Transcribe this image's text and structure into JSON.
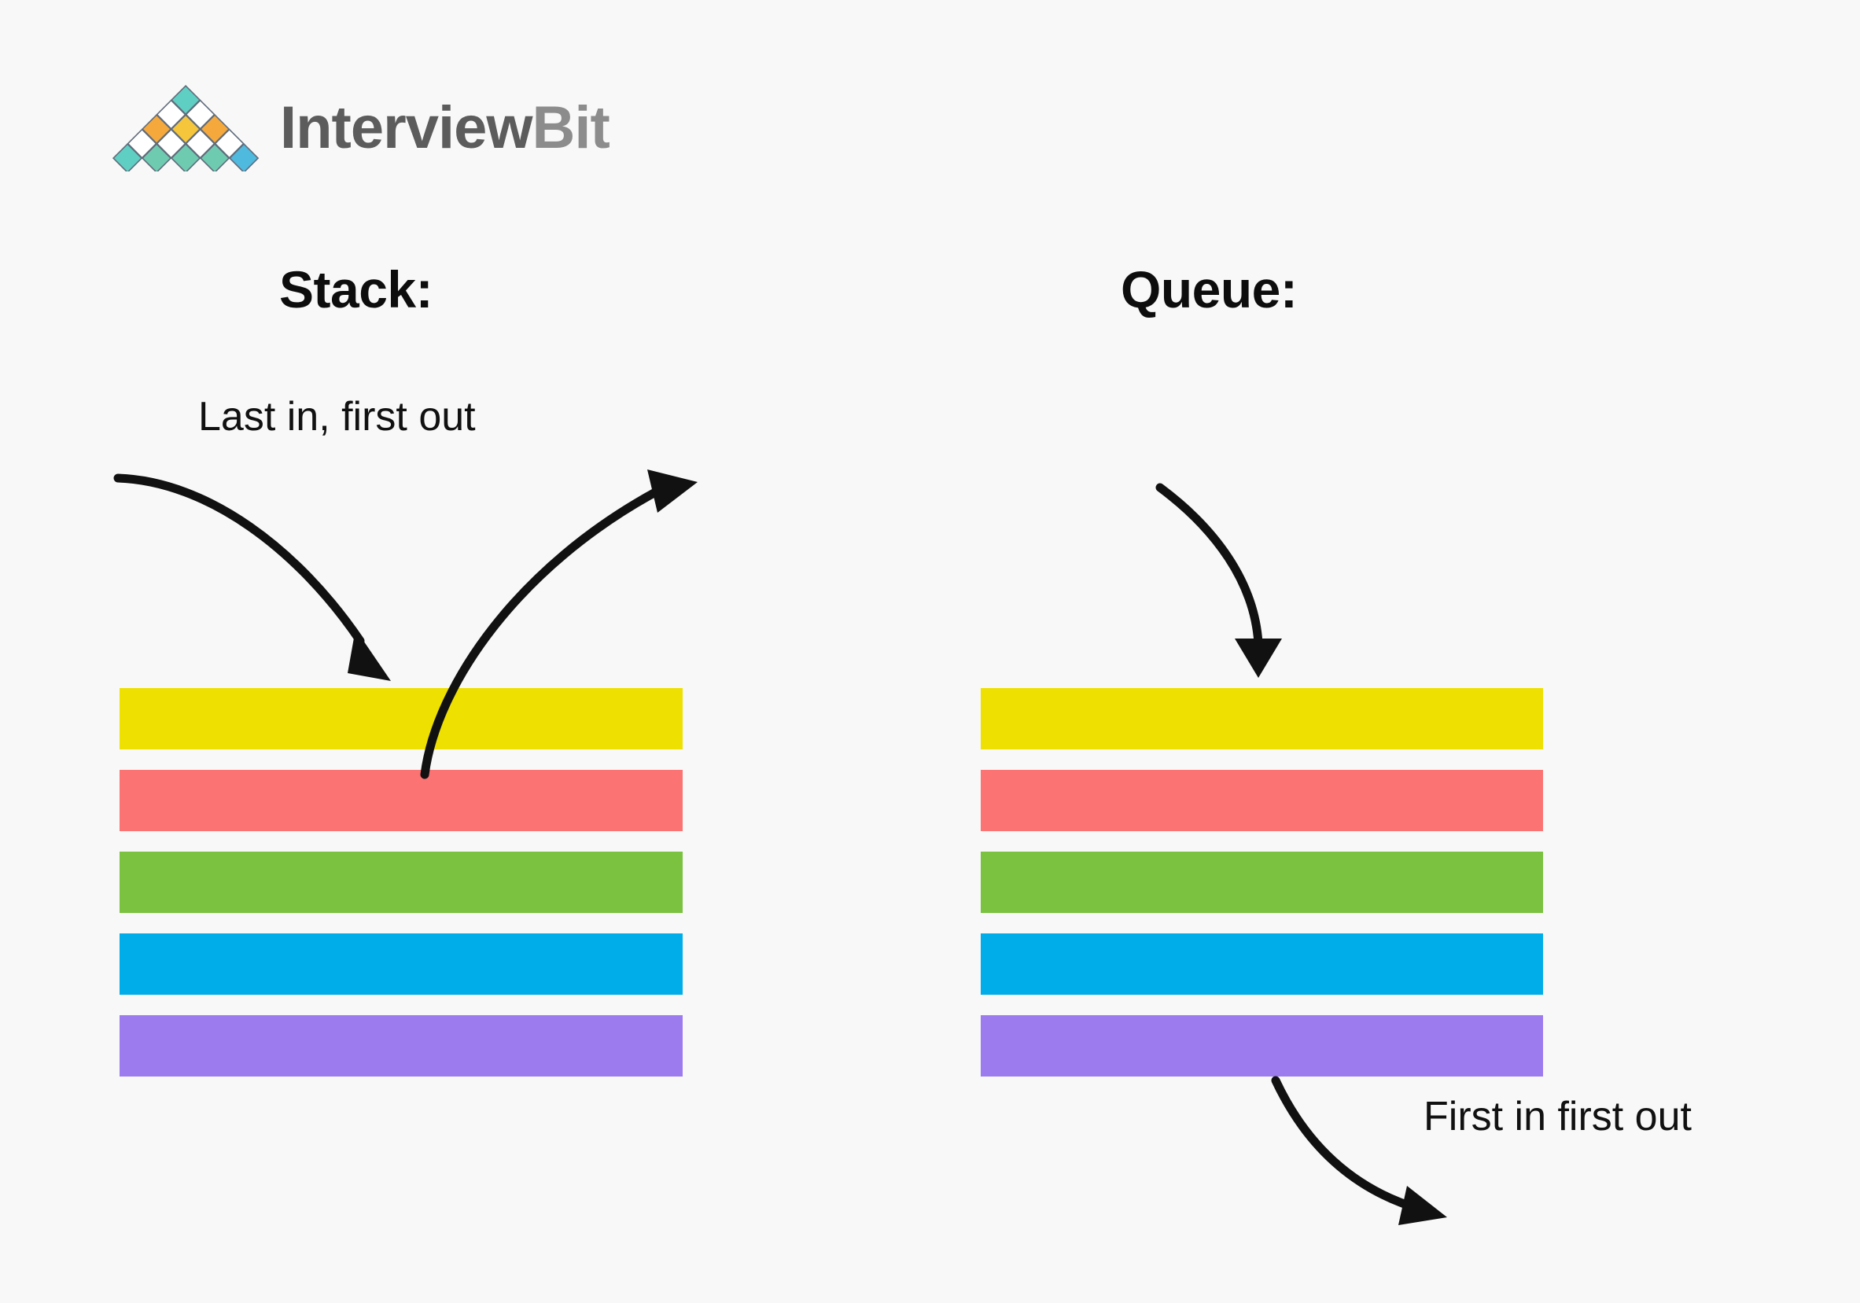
{
  "page": {
    "background_color": "#F8F8F8",
    "title": "Stack vs Queue diagram"
  },
  "logo": {
    "name": "interviewbit-logo",
    "text_dark": "Interview",
    "text_light": "Bit",
    "text_dark_color": "#5C5C5C",
    "text_light_color": "#8C8C8C",
    "mark_colors": {
      "teal": "#5FCFC4",
      "orange": "#F5A93C",
      "blue": "#4FB9DE",
      "green": "#6FCBB0",
      "outline": "#5F6B7A"
    }
  },
  "stack": {
    "title": "Stack:",
    "caption": "Last in, first out",
    "items": [
      {
        "label": "item-1-yellow",
        "color": "#EEE000"
      },
      {
        "label": "item-2-red",
        "color": "#FB7373"
      },
      {
        "label": "item-3-green",
        "color": "#7AC23F"
      },
      {
        "label": "item-4-blue",
        "color": "#00ADE8"
      },
      {
        "label": "item-5-purple",
        "color": "#9B7BEE"
      }
    ],
    "arrows": {
      "push": "push-arrow-in",
      "pop": "pop-arrow-out"
    }
  },
  "queue": {
    "title": "Queue:",
    "caption": "First in first out",
    "items": [
      {
        "label": "item-1-yellow",
        "color": "#EEE000"
      },
      {
        "label": "item-2-red",
        "color": "#FB7373"
      },
      {
        "label": "item-3-green",
        "color": "#7AC23F"
      },
      {
        "label": "item-4-blue",
        "color": "#00ADE8"
      },
      {
        "label": "item-5-purple",
        "color": "#9B7BEE"
      }
    ],
    "arrows": {
      "enqueue": "enqueue-arrow-in",
      "dequeue": "dequeue-arrow-out"
    }
  },
  "arrow_color": "#111111"
}
